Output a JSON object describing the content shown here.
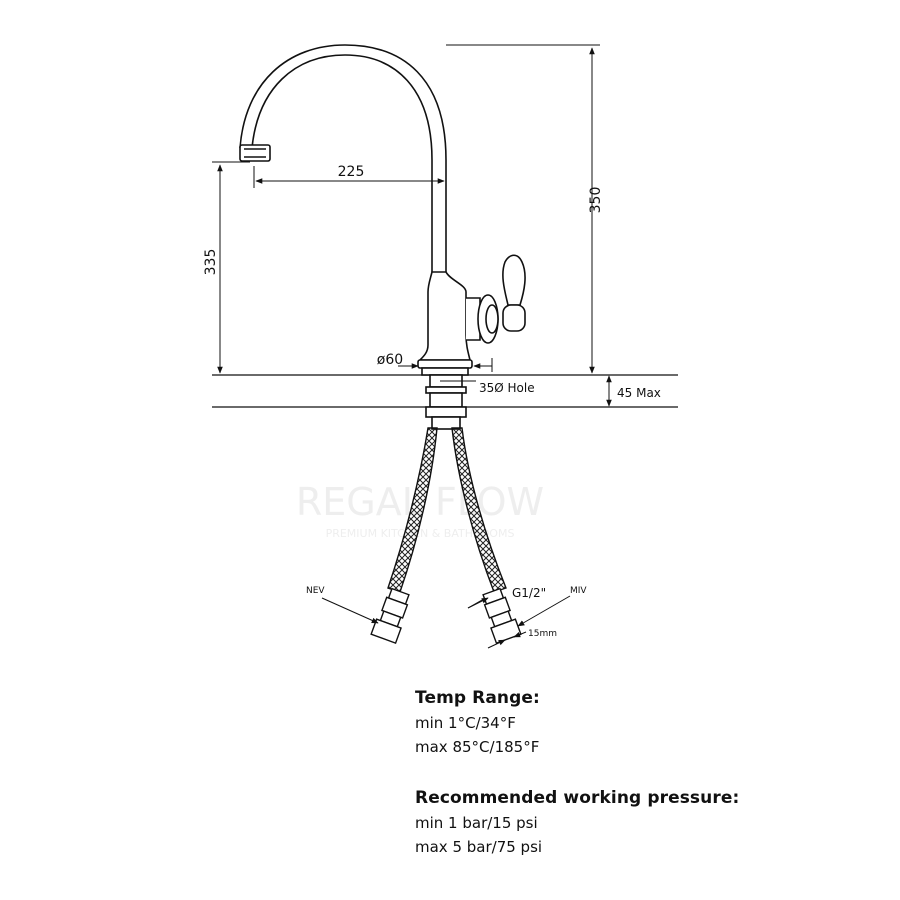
{
  "dimensions": {
    "spout_reach": "225",
    "spout_height": "335",
    "overall_height": "350",
    "base_diameter": "ø60",
    "hole_size": "35Ø Hole",
    "deck_thickness": "45 Max",
    "thread_size": "G1/2\"",
    "pipe_size": "15mm",
    "valve_left": "NEV",
    "valve_right": "MIV"
  },
  "watermark": {
    "brand": "REGAL FLOW",
    "tagline": "PREMIUM KITCHEN & BATHROOMS"
  },
  "specs": {
    "temp_heading": "Temp Range:",
    "temp_min": "min 1°C/34°F",
    "temp_max": "max 85°C/185°F",
    "pressure_heading": "Recommended working pressure:",
    "pressure_min": "min 1 bar/15 psi",
    "pressure_max": "max 5 bar/75 psi"
  }
}
